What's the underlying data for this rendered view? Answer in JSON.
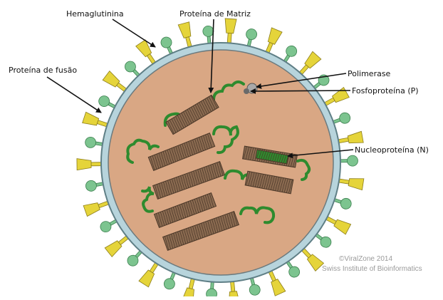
{
  "labels": {
    "hemagglutinin": "Hemaglutinina",
    "matrix_protein": "Proteína de Matriz",
    "fusion_protein": "Proteína de fusão",
    "polymerase": "Polimerase",
    "phosphoprotein": "Fosfoproteína (P)",
    "nucleoprotein": "Nucleoproteína (N)"
  },
  "credit": {
    "line1": "©ViralZone 2014",
    "line2": "Swiss Institute of Bioinformatics"
  },
  "colors": {
    "interior": "#d9a784",
    "membrane": "#b7d4dc",
    "membrane_edge": "#5f7f86",
    "hemagglutinin_spike": "#e5d43a",
    "fusion_spike": "#7cc48f",
    "matrix_coil": "#8a6a50",
    "rna_strand": "#2e8b2e",
    "polymerase": "#a9a9a9"
  }
}
